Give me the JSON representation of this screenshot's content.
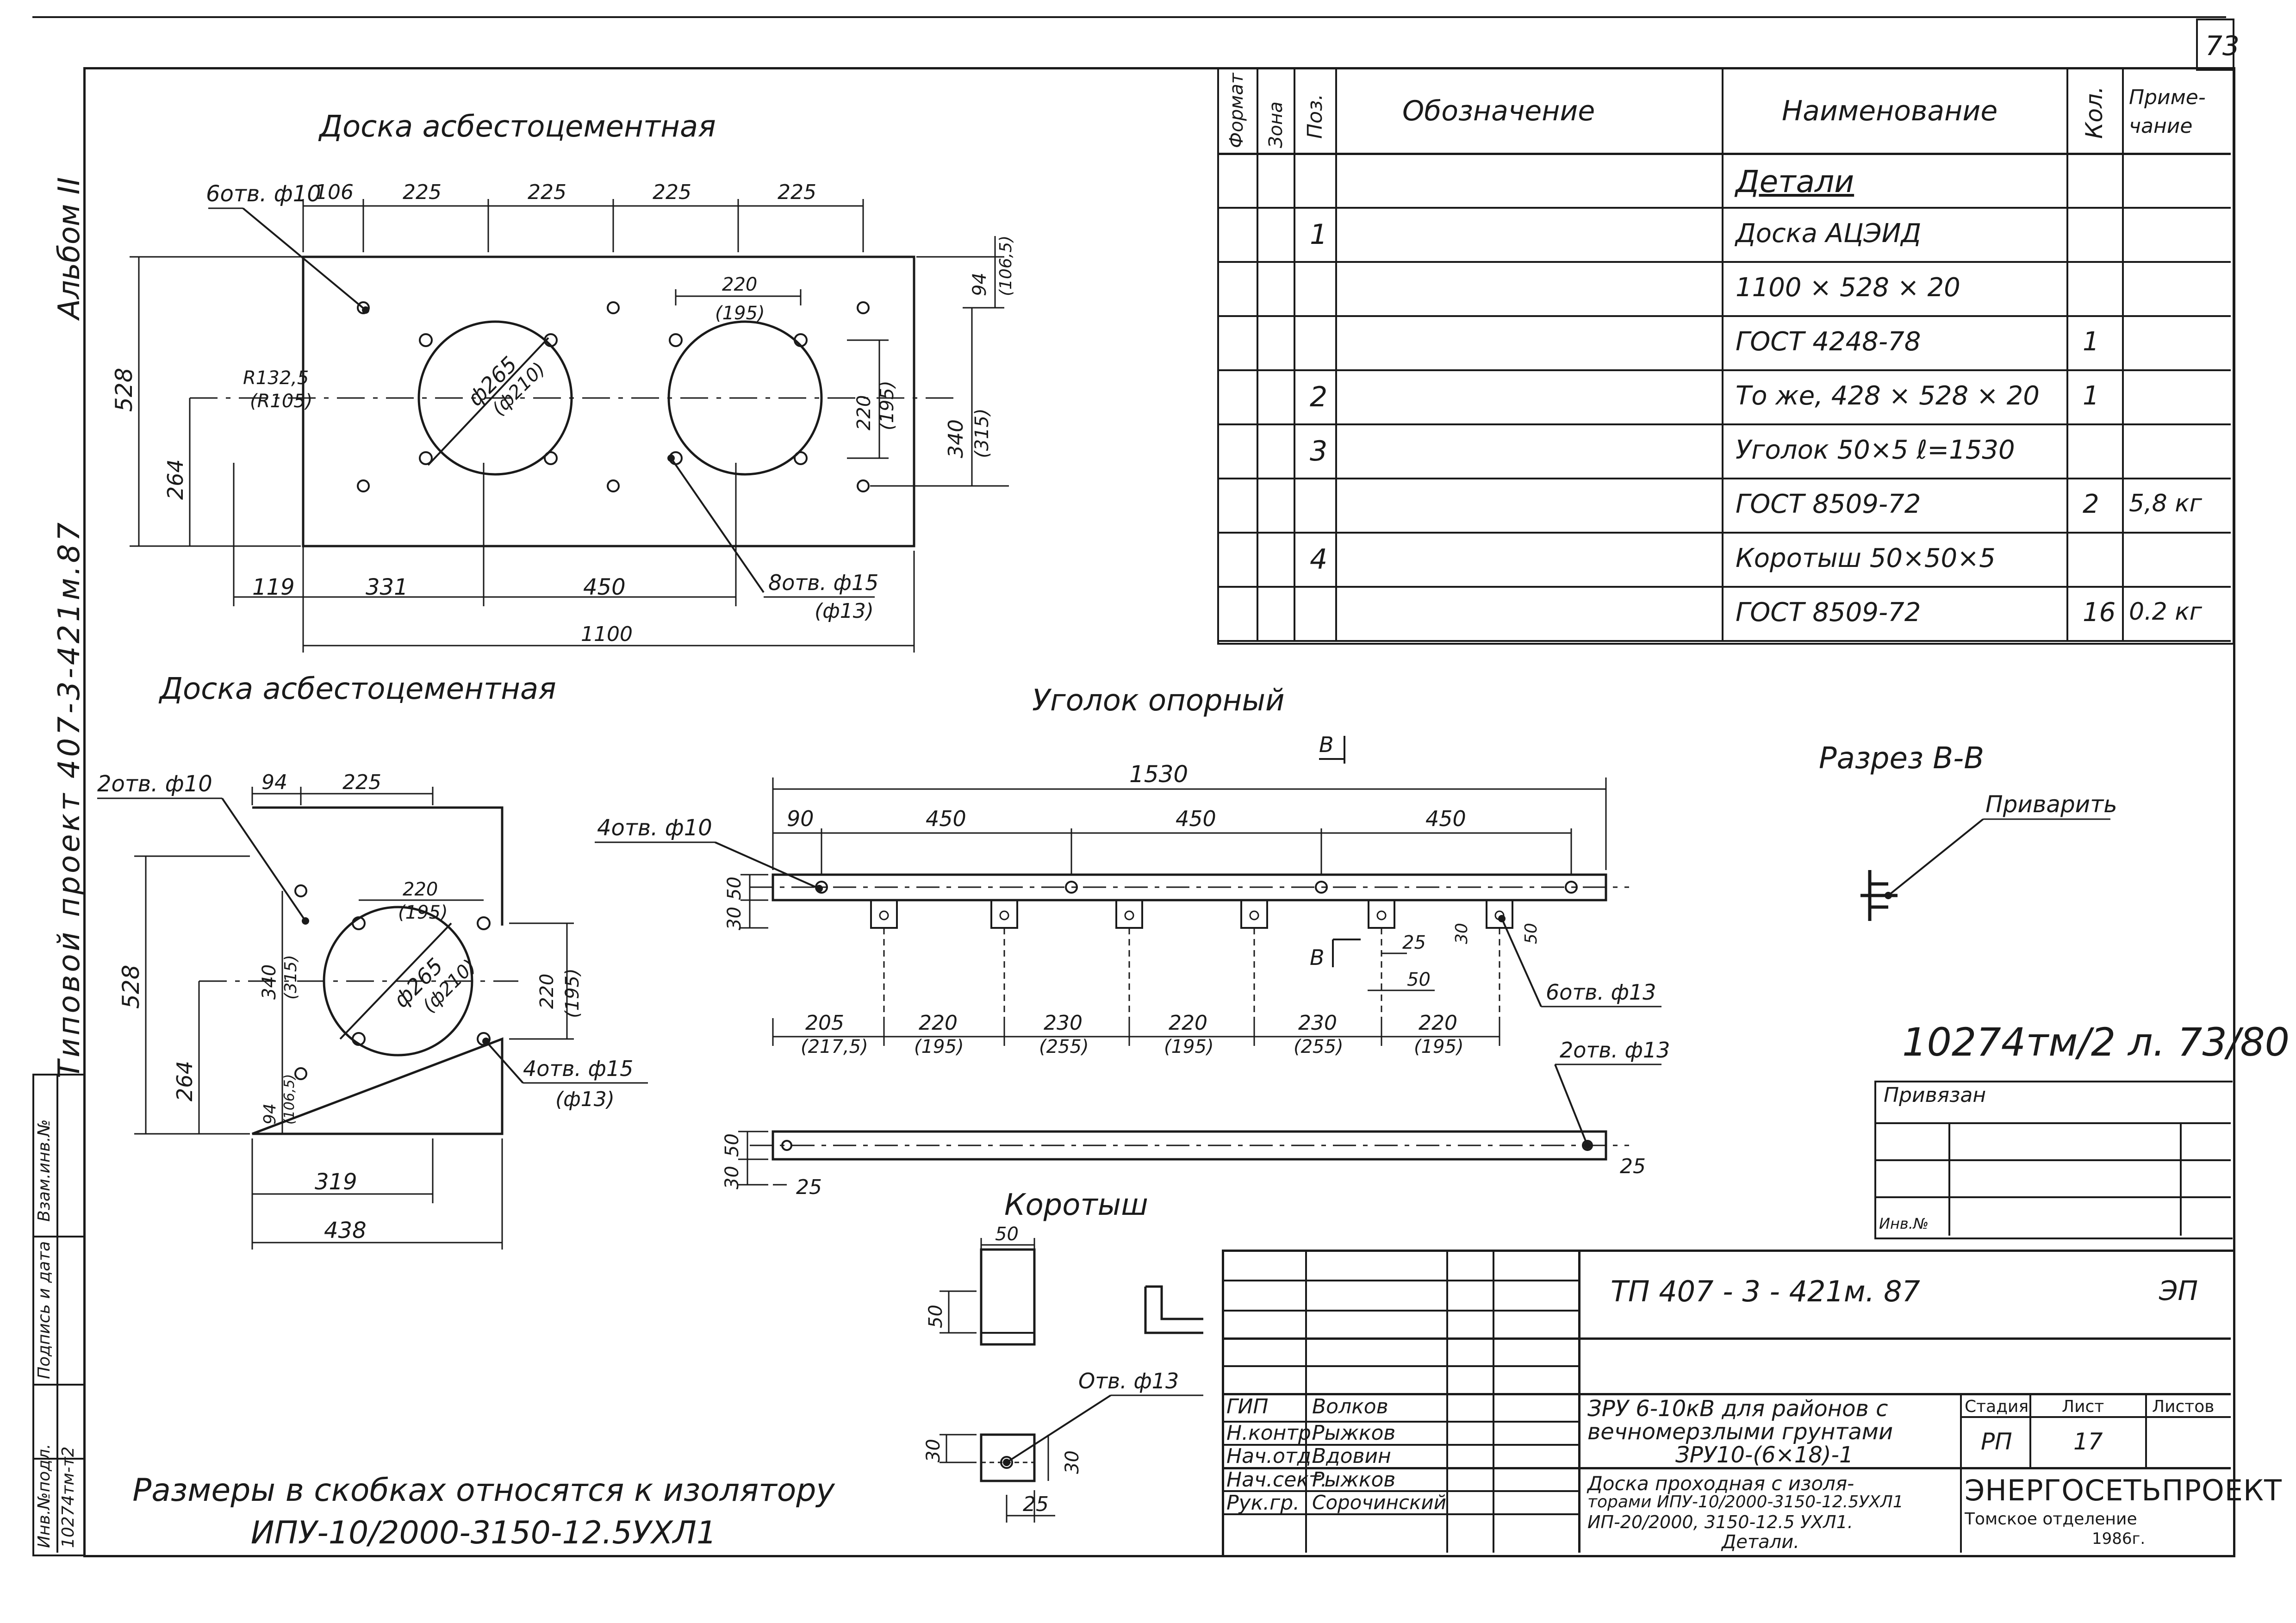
{
  "sheet": {
    "number": "73",
    "stamp": "10274тм/2  л. 73/80",
    "notes": "Размеры в скобках относятся к изолятору ИПУ-10/2000-3150-12.5УХЛ1"
  },
  "margin": {
    "album": "Альбом II",
    "project": "Типовой проект 407-3-421м.87",
    "inv_labels": [
      "Инв.№подл.",
      "Подпись и дата",
      "Взам.инв.№"
    ],
    "inv_value": "10274тм-т2"
  },
  "spec_table": {
    "headers": {
      "format": "Формат",
      "zone": "Зона",
      "pos": "Поз.",
      "designation": "Обозначение",
      "name": "Наименование",
      "qty": "Кол.",
      "note": "Приме-чание"
    },
    "rows": [
      {
        "pos": "",
        "name": "Детали",
        "qty": "",
        "note": ""
      },
      {
        "pos": "1",
        "name": "Доска   АЦЭИД",
        "qty": "",
        "note": ""
      },
      {
        "pos": "",
        "name": "1100 × 528 × 20",
        "qty": "",
        "note": ""
      },
      {
        "pos": "",
        "name": "ГОСТ  4248-78",
        "qty": "1",
        "note": ""
      },
      {
        "pos": "2",
        "name": "То же, 428 × 528 × 20",
        "qty": "1",
        "note": ""
      },
      {
        "pos": "3",
        "name": "Уголок  50×5   ℓ=1530",
        "qty": "",
        "note": ""
      },
      {
        "pos": "",
        "name": "ГОСТ  8509-72",
        "qty": "2",
        "note": "5,8 кг"
      },
      {
        "pos": "4",
        "name": "Коротыш  50×50×5",
        "qty": "",
        "note": ""
      },
      {
        "pos": "",
        "name": "ГОСТ  8509-72",
        "qty": "16",
        "note": "0.2 кг"
      }
    ]
  },
  "drawings": {
    "board1": {
      "title": "Доска асбестоцементная",
      "top_dims": [
        "106",
        "225",
        "225",
        "225",
        "225"
      ],
      "holes_a": "6отв. ф10",
      "holes_b": "8отв. ф15",
      "holes_b2": "(ф13)",
      "radius": "R132,5",
      "radius2": "(R105)",
      "dia": "ф265",
      "dia2": "(ф210)",
      "d220": "220",
      "d195": "(195)",
      "d94": "94",
      "d1065": "(106,5)",
      "d340": "340",
      "d315": "(315)",
      "h528": "528",
      "h264": "264",
      "bottom_dims": [
        "119",
        "331",
        "450"
      ],
      "total": "1100"
    },
    "board2": {
      "title": "Доска асбестоцементная",
      "holes_a": "2отв. ф10",
      "holes_b": "4отв. ф15",
      "holes_b2": "(ф13)",
      "top_dims": [
        "94",
        "225"
      ],
      "d220": "220",
      "d195": "(195)",
      "dia": "ф265",
      "dia2": "(ф210)",
      "d340": "340",
      "d315": "(315)",
      "d94": "94",
      "d1065": "(106,5)",
      "h528": "528",
      "h264": "264",
      "bottom_dims": [
        "319",
        "438"
      ]
    },
    "angle": {
      "title": "Уголок опорный",
      "total": "1530",
      "holes": "4отв. ф10",
      "top_dims": [
        "90",
        "450",
        "450",
        "450"
      ],
      "h50": "50",
      "h30": "30",
      "section_mark": "В",
      "d25": "25",
      "d50": "50",
      "holes_b": "6отв. ф13",
      "bottom_dims": [
        "205",
        "220",
        "230",
        "220",
        "230",
        "220"
      ],
      "bottom_dims2": [
        "(217,5)",
        "(195)",
        "(255)",
        "(195)",
        "(255)",
        "(195)"
      ],
      "holes_c": "2отв. ф13",
      "end25": "25"
    },
    "section": {
      "title": "Разрез В-В",
      "weld": "Приварить"
    },
    "korotysh": {
      "title": "Коротыш",
      "d50": "50",
      "d30": "30",
      "d25": "25",
      "hole": "Отв. ф13"
    }
  },
  "binding_block": {
    "title": "Привязан",
    "inv": "Инв.№"
  },
  "title_block": {
    "code": "ТП      407 - 3 - 421м. 87",
    "sheet_code": "ЭП",
    "roles": [
      "ГИП",
      "Н.контр.",
      "Нач.отд.",
      "Нач.сект.",
      "Рук.гр."
    ],
    "names": [
      "Волков",
      "Рыжков",
      "Вдовин",
      "Рыжков",
      "Сорочинский"
    ],
    "object_lines": [
      "ЗРУ 6-10кВ для районов с",
      "вечномерзлыми грунтами",
      "ЗРУ10-(6×18)-1"
    ],
    "drawing_lines": [
      "Доска проходная с изоля-",
      "торами ИПУ-10/2000-3150-12.5УХЛ1",
      "ИП-20/2000, 3150-12.5 УХЛ1.",
      "Детали."
    ],
    "stage_label": "Стадия",
    "sheet_label": "Лист",
    "sheets_label": "Листов",
    "stage": "РП",
    "sheet": "17",
    "org": "ЭНЕРГОСЕТЬПРОЕКТ",
    "org_sub": "Томское     отделение",
    "year": "1986г."
  }
}
